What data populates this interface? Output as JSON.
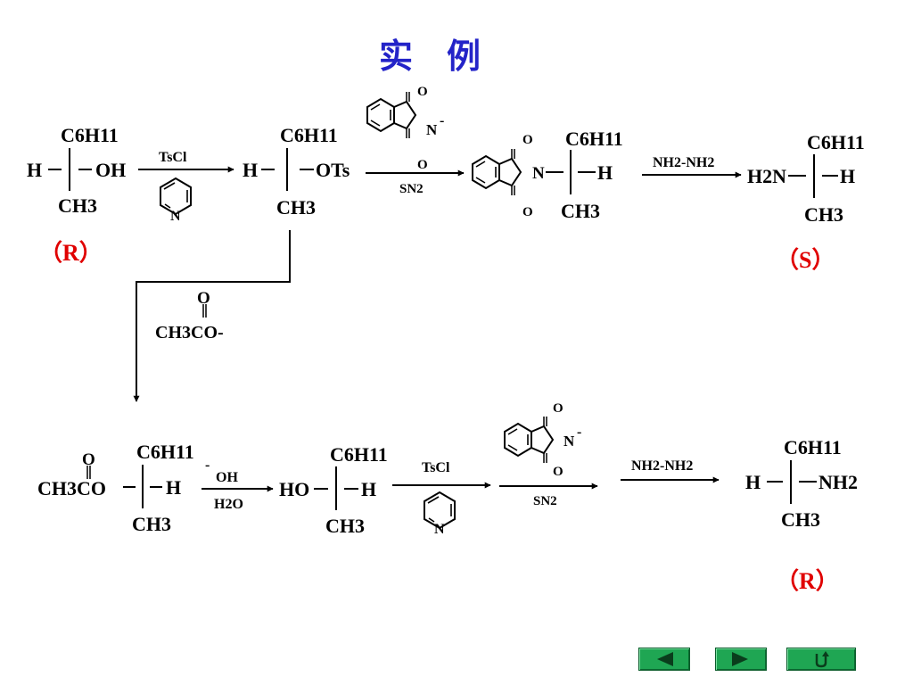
{
  "title": "实　例",
  "colors": {
    "title": "#2323c8",
    "config_label": "#e00000",
    "ink": "#000000",
    "nav_button": "#1fa653"
  },
  "top_row": {
    "start": {
      "top_group": "C6H11",
      "left": "H",
      "right": "OH",
      "bottom": "CH3",
      "config": "（R）"
    },
    "tosylate": {
      "top_group": "C6H11",
      "left": "H",
      "right": "OTs",
      "bottom": "CH3"
    },
    "imide": {
      "top_group": "C6H11",
      "right": "H",
      "bottom": "CH3",
      "n_label": "N"
    },
    "amine": {
      "top_group": "C6H11",
      "left": "H2N",
      "right": "H",
      "bottom": "CH3",
      "config": "（S）"
    },
    "step1": {
      "reagent": "TsCl",
      "pyridine_n": "N"
    },
    "step2": {
      "phthalimide_n": "N",
      "charge": "-",
      "condition": "SN2"
    },
    "step3": {
      "reagent": "NH2-NH2"
    }
  },
  "side_step": {
    "reagent": "CH3CO-"
  },
  "bottom_row": {
    "acetate": {
      "top_group": "C6H11",
      "left": "CH3CO",
      "right": "H",
      "bottom": "CH3"
    },
    "alcohol": {
      "top_group": "C6H11",
      "left": "HO",
      "right": "H",
      "bottom": "CH3"
    },
    "amine": {
      "top_group": "C6H11",
      "left": "H",
      "right": "NH2",
      "bottom": "CH3",
      "config": "（R）"
    },
    "step1": {
      "reagent_top": "OH",
      "reagent_bottom": "H2O"
    },
    "step2": {
      "reagent": "TsCl",
      "pyridine_n": "N"
    },
    "step3": {
      "phthalimide_n": "N",
      "charge": "-",
      "condition": "SN2"
    },
    "step4": {
      "reagent": "NH2-NH2"
    }
  },
  "oxygen": "O",
  "nav": {
    "prev": "prev-arrow-icon",
    "next": "next-arrow-icon",
    "return": "return-icon"
  }
}
